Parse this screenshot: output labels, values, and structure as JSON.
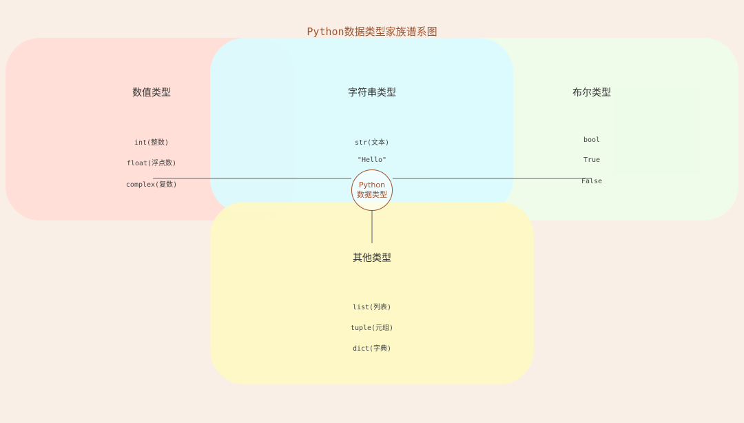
{
  "title": "Python数据类型家族谱系图",
  "center": {
    "line1": "Python",
    "line2": "数据类型"
  },
  "regions": [
    {
      "id": "numeric",
      "heading": "数值类型",
      "items": [
        "int(整数)",
        "float(浮点数)",
        "complex(复数)"
      ],
      "color": "#ffe2dc"
    },
    {
      "id": "string",
      "heading": "字符串类型",
      "items": [
        "str(文本)",
        "\"Hello\""
      ],
      "color": "#dcfbff"
    },
    {
      "id": "boolean",
      "heading": "布尔类型",
      "items": [
        "bool",
        "True",
        "False"
      ],
      "color": "#edfdec"
    },
    {
      "id": "other",
      "heading": "其他类型",
      "items": [
        "list(列表)",
        "tuple(元组)",
        "dict(字典)"
      ],
      "color": "#fdf8c8"
    }
  ],
  "colors": {
    "background": "#f9efe6",
    "accent": "#a0522d",
    "connector": "#808080"
  }
}
